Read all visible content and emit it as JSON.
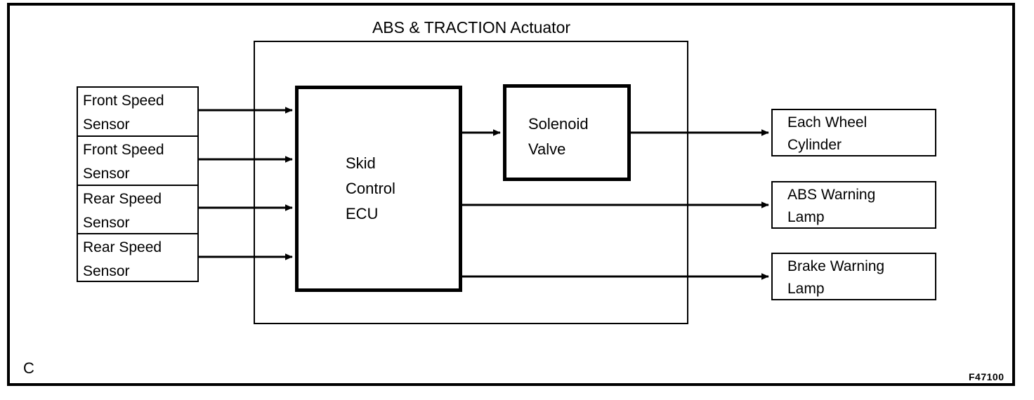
{
  "diagram": {
    "title": "ABS & TRACTION Actuator",
    "corner_mark": "C",
    "figure_code": "F47100",
    "line_color": "#000000",
    "background_color": "#ffffff"
  },
  "sensors": [
    {
      "line1": "Front Speed",
      "line2": "Sensor"
    },
    {
      "line1": "Front Speed",
      "line2": "Sensor"
    },
    {
      "line1": "Rear Speed",
      "line2": "Sensor"
    },
    {
      "line1": "Rear Speed",
      "line2": "Sensor"
    }
  ],
  "ecu": {
    "line1": "Skid",
    "line2": "Control",
    "line3": "ECU"
  },
  "solenoid": {
    "line1": "Solenoid",
    "line2": "Valve"
  },
  "outputs": [
    {
      "line1": "Each Wheel",
      "line2": "Cylinder"
    },
    {
      "line1": "ABS Warning",
      "line2": "Lamp"
    },
    {
      "line1": "Brake Warning",
      "line2": "Lamp"
    }
  ]
}
